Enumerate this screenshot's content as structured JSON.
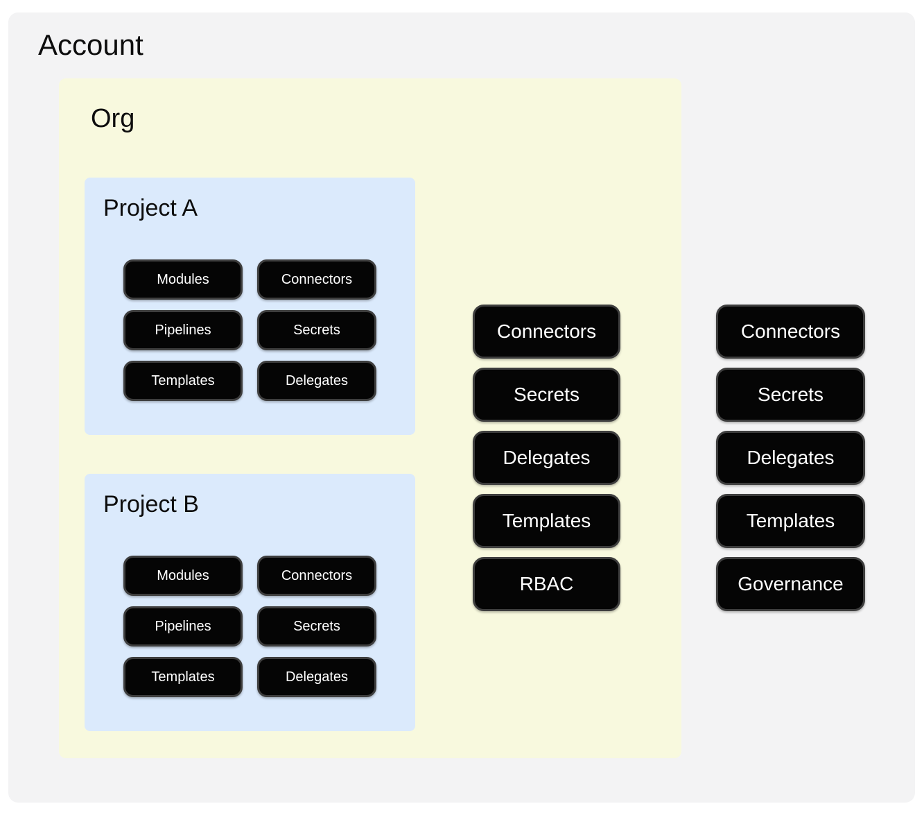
{
  "account": {
    "title": "Account",
    "resources": [
      "Connectors",
      "Secrets",
      "Delegates",
      "Templates",
      "Governance"
    ]
  },
  "org": {
    "title": "Org",
    "resources": [
      "Connectors",
      "Secrets",
      "Delegates",
      "Templates",
      "RBAC"
    ],
    "projects": [
      {
        "title": "Project A",
        "resources": [
          "Modules",
          "Connectors",
          "Pipelines",
          "Secrets",
          "Templates",
          "Delegates"
        ]
      },
      {
        "title": "Project B",
        "resources": [
          "Modules",
          "Connectors",
          "Pipelines",
          "Secrets",
          "Templates",
          "Delegates"
        ]
      }
    ]
  },
  "colors": {
    "page_bg": "#ffffff",
    "account_bg": "#f3f3f4",
    "org_bg": "#f8f9de",
    "project_bg": "#dbeafc",
    "node_bg": "#050505",
    "node_border": "#3e3e3e",
    "node_text": "#ffffff",
    "title_text": "#0d0d0d"
  }
}
